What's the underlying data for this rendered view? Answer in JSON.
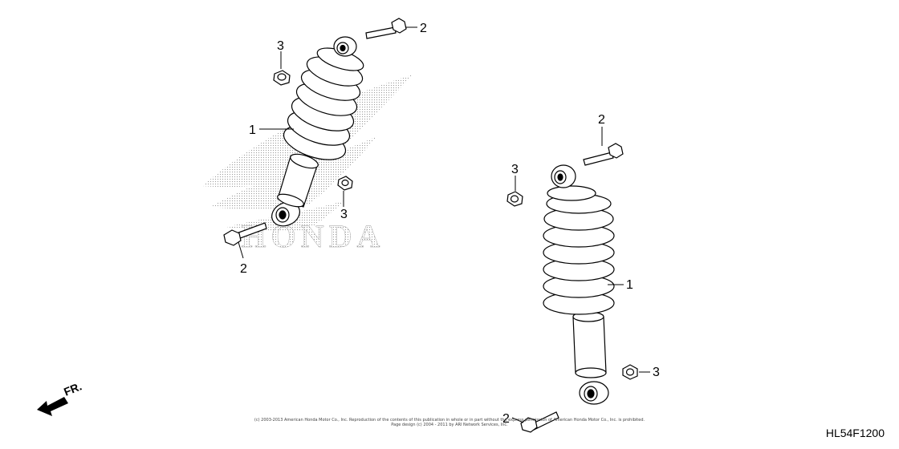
{
  "brand": {
    "wordmark": "HONDA"
  },
  "labels": {
    "left_shock": "1",
    "left_top_bolt": "2",
    "left_top_nut": "3",
    "left_lower_nut": "3",
    "left_lower_bolt": "2",
    "right_top_bolt": "2",
    "right_top_nut": "3",
    "right_shock": "1",
    "right_lower_nut": "3",
    "right_lower_bolt": "2"
  },
  "direction": {
    "text": "FR."
  },
  "footer": {
    "copyright_line1": "(c) 2003-2013 American Honda Motor Co., Inc. Reproduction of the contents of this publication in whole or in part without the express permission of American Honda Motor Co., Inc. is prohibited.",
    "copyright_line2": "Page design (c) 2004 - 2011 by ARI Network Services, Inc.",
    "diagram_code": "HL54F1200"
  },
  "colors": {
    "line": "#000000",
    "watermark_dots": "#9a9a9a"
  }
}
